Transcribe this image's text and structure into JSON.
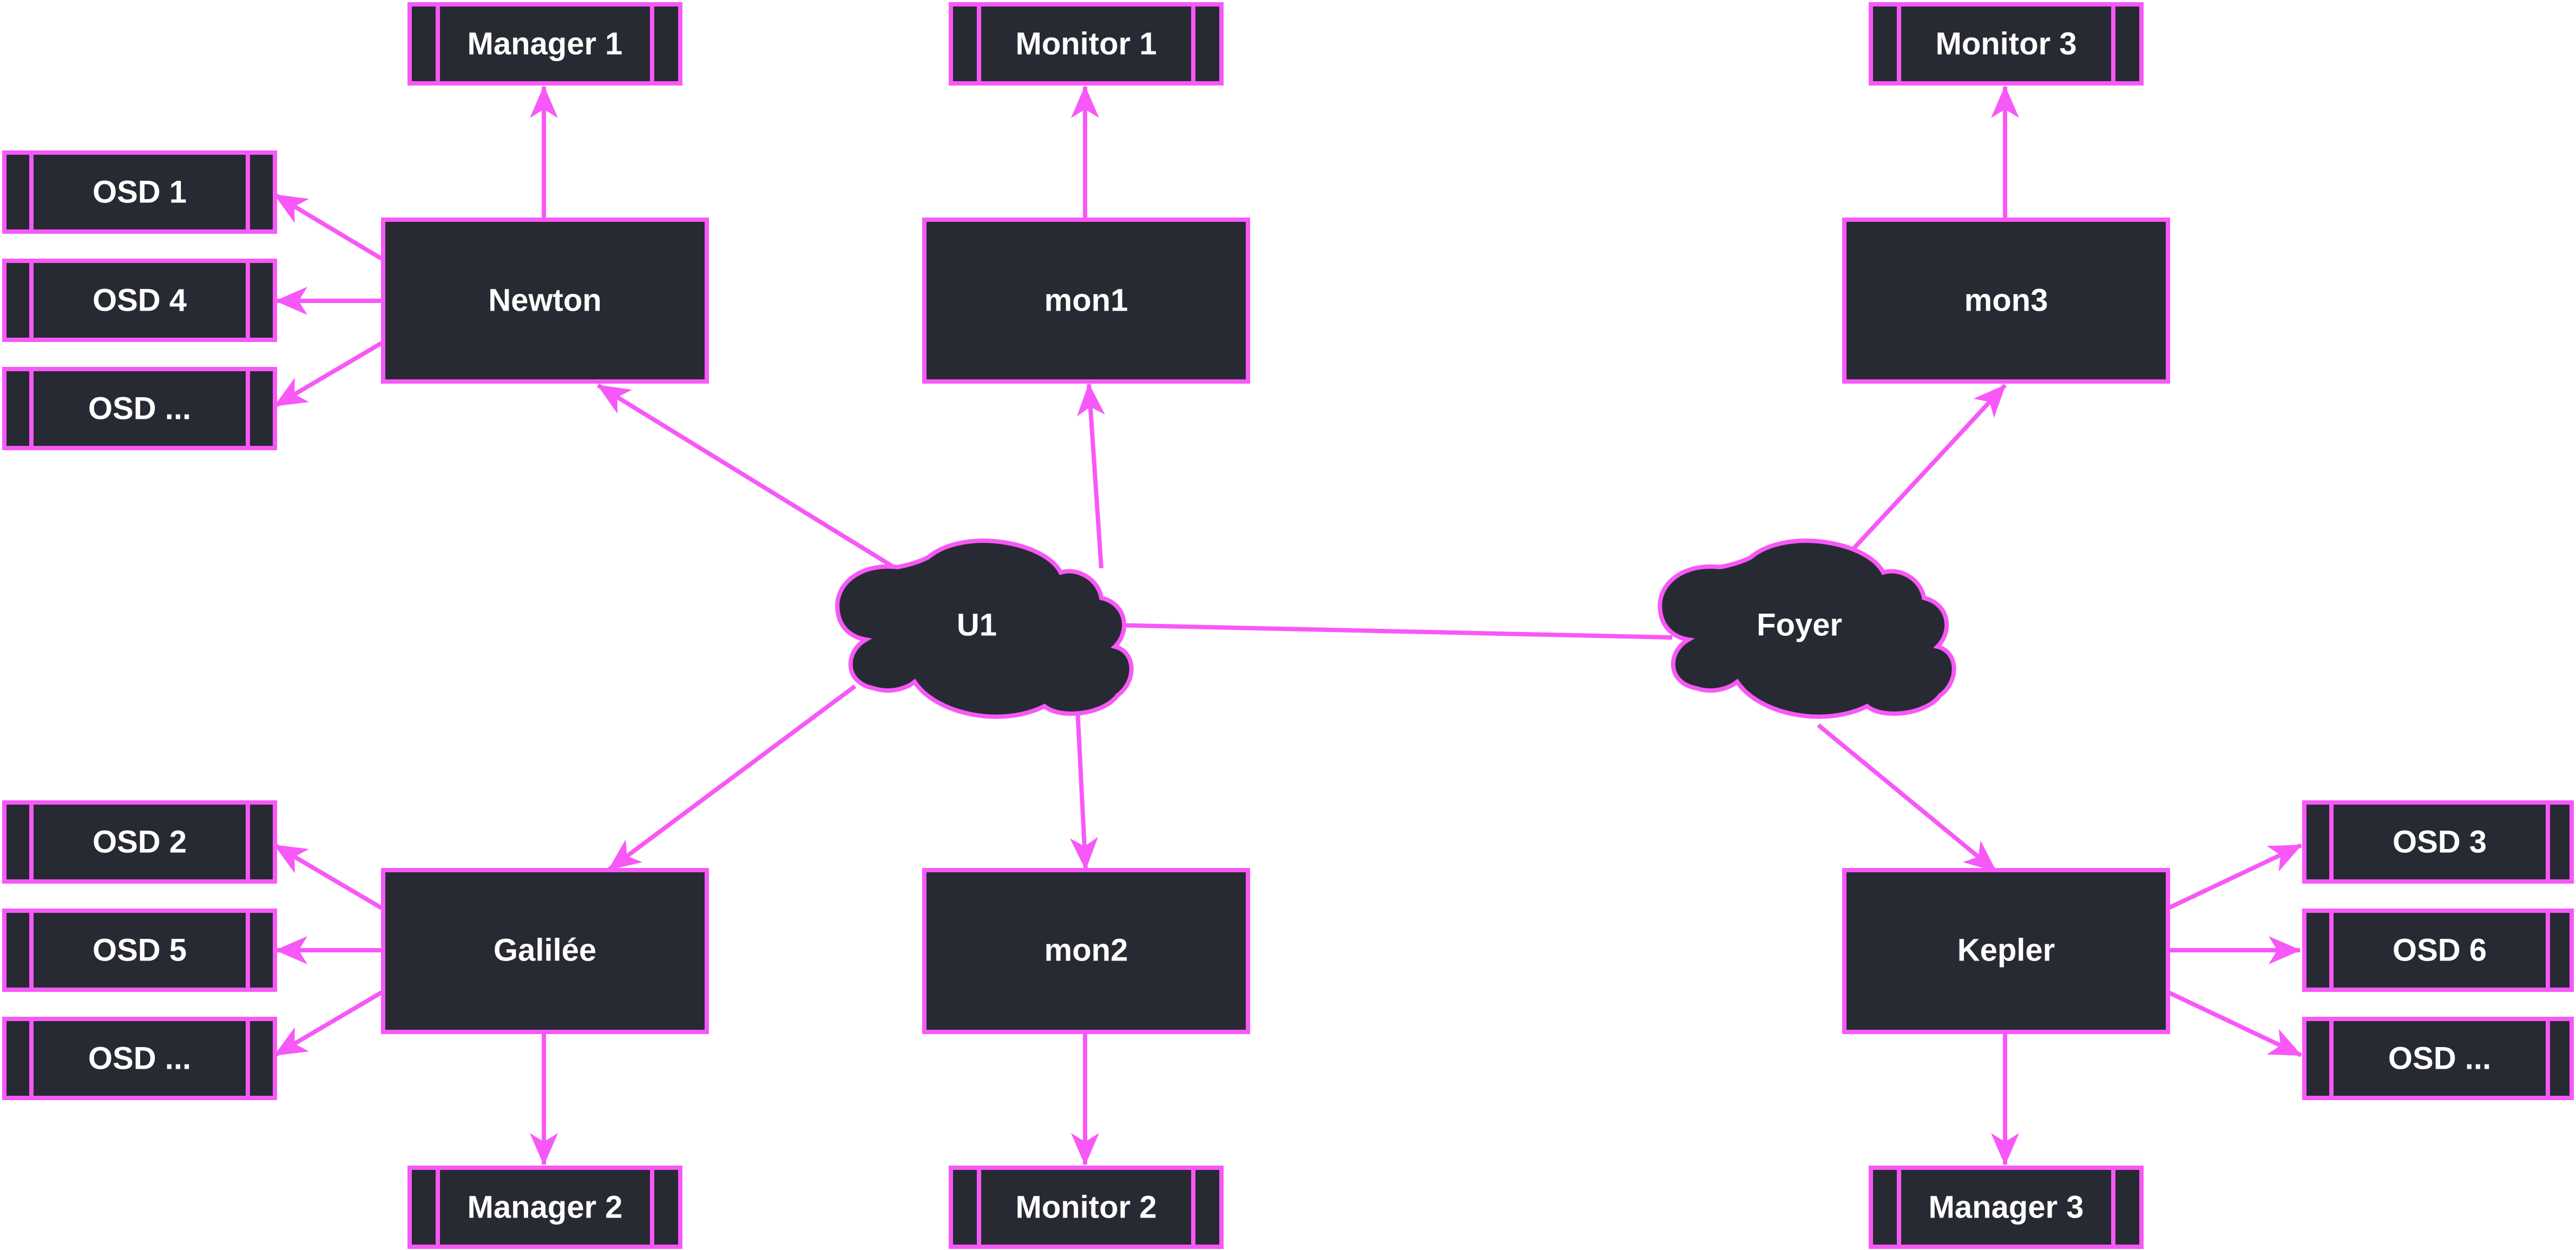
{
  "colors": {
    "stroke": "#f758f7",
    "fill": "#282a33",
    "text": "#ffffff",
    "background": "#ffffff"
  },
  "nodes": {
    "manager1": "Manager 1",
    "monitor1": "Monitor 1",
    "monitor3": "Monitor 3",
    "osd1": "OSD 1",
    "osd4": "OSD 4",
    "osd_more_newton": "OSD ...",
    "newton": "Newton",
    "mon1": "mon1",
    "mon3": "mon3",
    "u1": "U1",
    "foyer": "Foyer",
    "osd2": "OSD 2",
    "osd5": "OSD 5",
    "osd_more_galilee": "OSD ...",
    "galilee": "Galilée",
    "mon2": "mon2",
    "kepler": "Kepler",
    "osd3": "OSD 3",
    "osd6": "OSD 6",
    "osd_more_kepler": "OSD ...",
    "manager2": "Manager 2",
    "monitor2": "Monitor 2",
    "manager3": "Manager 3"
  }
}
